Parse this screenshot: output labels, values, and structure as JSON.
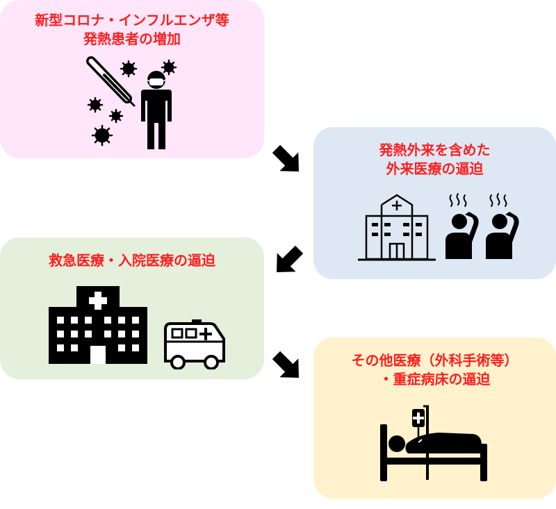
{
  "colors": {
    "title_text": "#ff1e1e",
    "icon_fill": "#000000",
    "arrow_fill": "#000000",
    "box_pink": "#ffe6fa",
    "box_blue": "#dde8f4",
    "box_green": "#e4efdc",
    "box_yellow": "#fff2cc"
  },
  "boxes": [
    {
      "lines": [
        "新型コロナ・インフルエンザ等",
        "発熱患者の増加"
      ],
      "icons": [
        "thermometer-icon",
        "virus-icon",
        "masked-person-icon"
      ]
    },
    {
      "lines": [
        "発熱外来を含めた",
        "外来医療の逼迫"
      ],
      "icons": [
        "hospital-outline-icon",
        "troubled-person-icon"
      ]
    },
    {
      "lines": [
        "救急医療・入院医療の逼迫"
      ],
      "icons": [
        "hospital-building-icon",
        "ambulance-icon"
      ]
    },
    {
      "lines": [
        "その他医療（外科手術等）",
        "・重症病床の逼迫"
      ],
      "icons": [
        "patient-in-bed-icon",
        "iv-drip-icon"
      ]
    }
  ],
  "arrows": [
    "arrow-down-right-icon",
    "arrow-down-left-icon",
    "arrow-down-right-icon"
  ]
}
